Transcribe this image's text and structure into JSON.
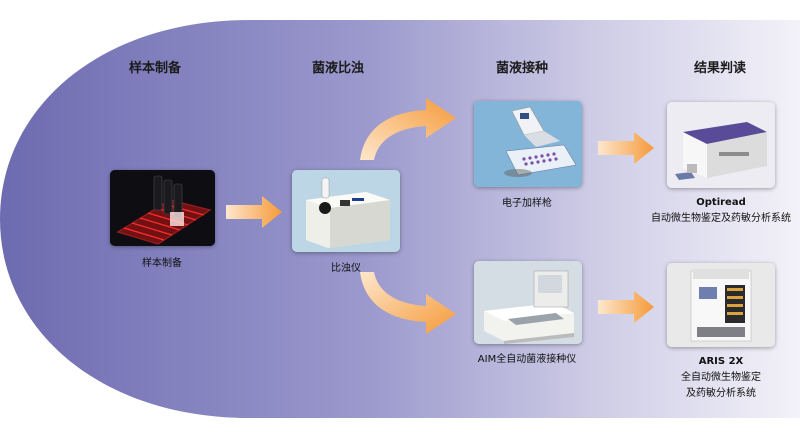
{
  "steps": {
    "sample_prep": "样本制备",
    "turbidity": "菌液比浊",
    "inoculation": "菌液接种",
    "results": "结果判读"
  },
  "devices": {
    "sample_prep_label": "样本制备",
    "turbidimeter_label": "比浊仪",
    "pipette_label": "电子加样枪",
    "aim_label": "AIM全自动菌液接种仪",
    "optiread_name": "Optiread",
    "optiread_desc": "自动微生物鉴定及药敏分析系统",
    "aris_name": "ARIS 2X",
    "aris_desc_line1": "全自动微生物鉴定",
    "aris_desc_line2": "及药敏分析系统"
  },
  "colors": {
    "background_purple": "#7c7ab8",
    "arrow_orange": "#f59a3a"
  }
}
